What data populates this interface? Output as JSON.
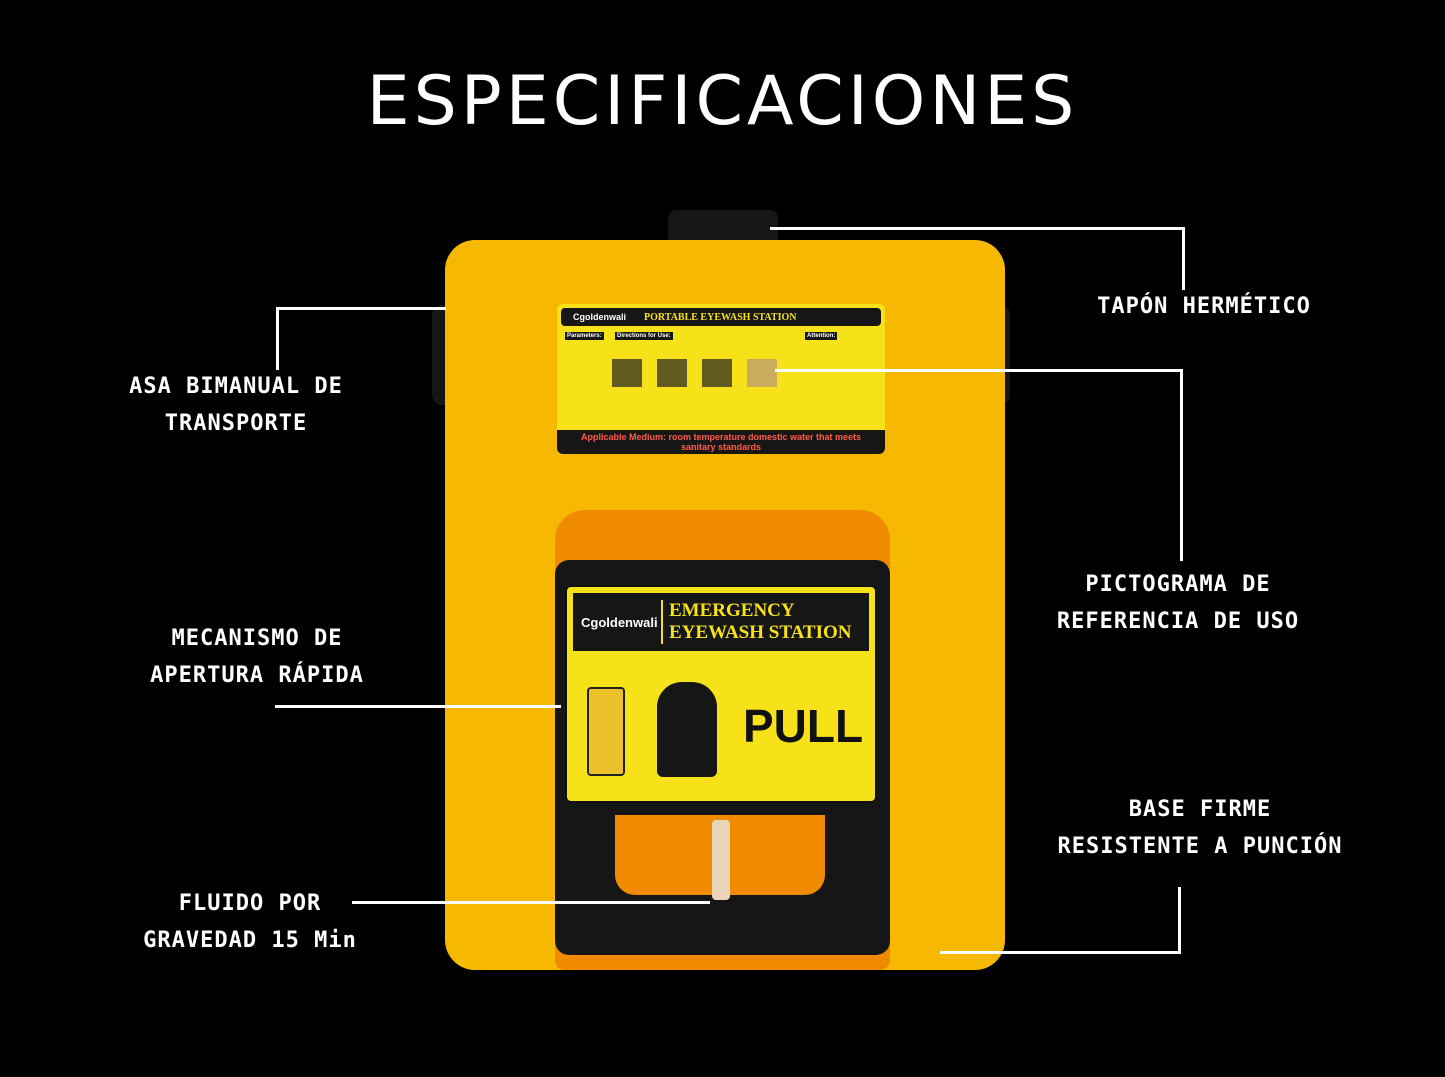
{
  "title": "ESPECIFICACIONES",
  "callouts": {
    "tapon": [
      "TAPÓN HERMÉTICO"
    ],
    "asa": [
      "ASA BIMANUAL DE",
      "TRANSPORTE"
    ],
    "pictograma": [
      "PICTOGRAMA DE",
      "REFERENCIA DE USO"
    ],
    "mecanismo": [
      "MECANISMO DE",
      "APERTURA RÁPIDA"
    ],
    "base": [
      "BASE FIRME",
      "RESISTENTE A PUNCIÓN"
    ],
    "fluido": [
      "FLUIDO POR",
      "GRAVEDAD 15 Min"
    ]
  },
  "product": {
    "top_label": {
      "brand": "Cgoldenwali",
      "title": "PORTABLE EYEWASH STATION",
      "parameters": "Parameters:",
      "directions": "Directions for Use:",
      "attention": "Attention:",
      "footer": "Applicable Medium: room temperature domestic water that meets sanitary standards"
    },
    "front_label": {
      "brand": "Cgoldenwali",
      "line1": "EMERGENCY",
      "line2": "EYEWASH STATION",
      "action": "PULL"
    }
  },
  "colors": {
    "background": "#000000",
    "body": "#f6b800",
    "accent": "#f08a00",
    "decal": "#f7e21a"
  }
}
